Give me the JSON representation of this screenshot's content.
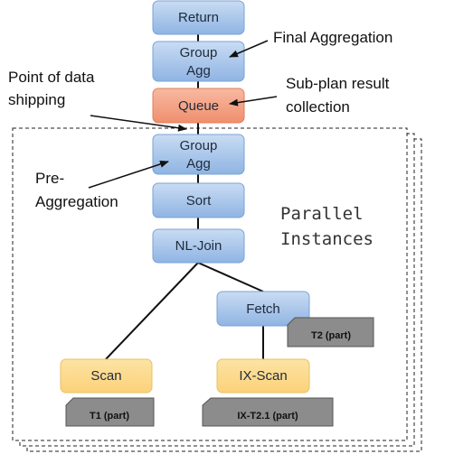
{
  "nodes": {
    "return": "Return",
    "group_agg_top": [
      "Group",
      "Agg"
    ],
    "queue": "Queue",
    "group_agg_pre": [
      "Group",
      "Agg"
    ],
    "sort": "Sort",
    "nl_join": "NL-Join",
    "fetch": "Fetch",
    "scan": "Scan",
    "ix_scan": "IX-Scan"
  },
  "tables": {
    "t2": "T2 (part)",
    "t1": "T1 (part)",
    "ix_t2": "IX-T2.1 (part)"
  },
  "annotations": {
    "final_aggregation": "Final Aggregation",
    "point_of_shipping": [
      "Point of data",
      "shipping"
    ],
    "subplan_collection": [
      "Sub-plan result",
      "collection"
    ],
    "pre_aggregation": [
      "Pre-",
      "Aggregation"
    ],
    "parallel_instances": [
      "Parallel",
      "Instances"
    ]
  },
  "colors": {
    "blue_node_top": "#c5d9f1",
    "blue_node_bottom": "#8db3e2",
    "orange_node": "#f4a58a",
    "yellow_node": "#fcd98a",
    "table_tag": "#8c8c8c"
  }
}
